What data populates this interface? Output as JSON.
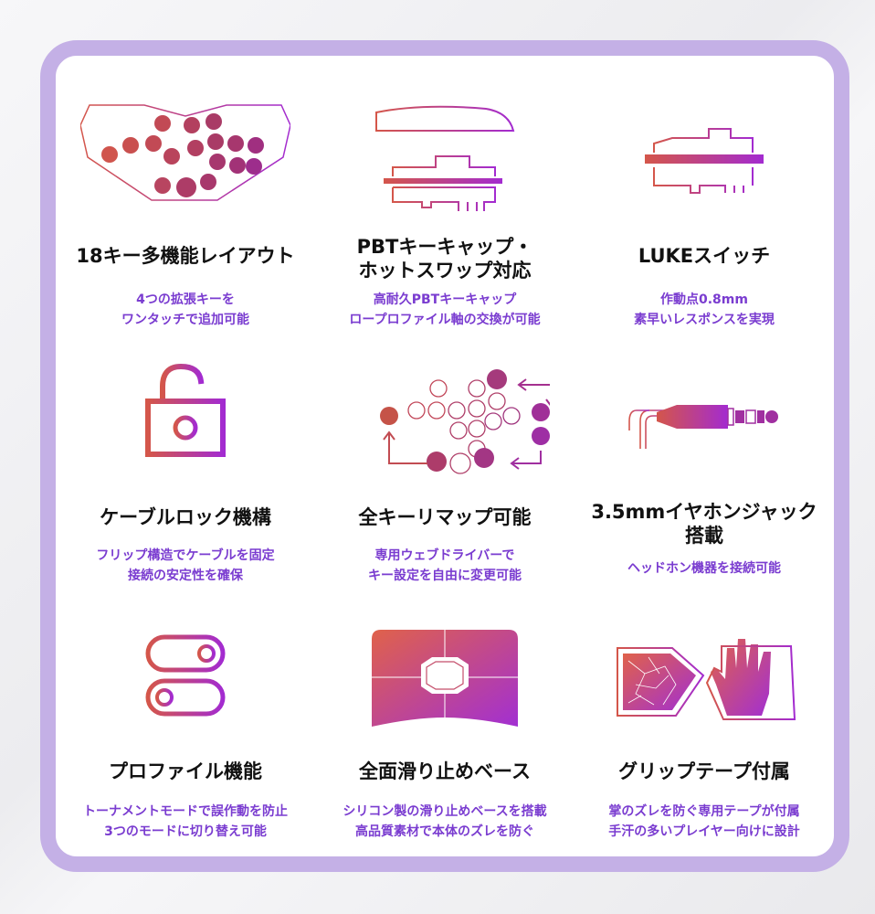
{
  "features": [
    {
      "title": [
        "18キー多機能レイアウト"
      ],
      "desc": [
        "4つの拡張キーを",
        "ワンタッチで追加可能"
      ],
      "icon": "key-layout-icon"
    },
    {
      "title": [
        "PBTキーキャップ・",
        "ホットスワップ対応"
      ],
      "desc": [
        "高耐久PBTキーキャップ",
        "ロープロファイル軸の交換が可能"
      ],
      "icon": "keycap-switch-icon"
    },
    {
      "title": [
        "LUKEスイッチ"
      ],
      "desc": [
        "作動点0.8mm",
        "素早いレスポンスを実現"
      ],
      "icon": "switch-icon"
    },
    {
      "title": [
        "ケーブルロック機構"
      ],
      "desc": [
        "フリップ構造でケーブルを固定",
        "接続の安定性を確保"
      ],
      "icon": "padlock-icon"
    },
    {
      "title": [
        "全キーリマップ可能"
      ],
      "desc": [
        "専用ウェブドライバーで",
        "キー設定を自由に変更可能"
      ],
      "icon": "remap-icon"
    },
    {
      "title": [
        "3.5mmイヤホンジャック",
        "搭載"
      ],
      "desc": [
        "ヘッドホン機器を接続可能"
      ],
      "icon": "audio-jack-icon"
    },
    {
      "title": [
        "プロファイル機能"
      ],
      "desc": [
        "トーナメントモードで誤作動を防止",
        "3つのモードに切り替え可能"
      ],
      "icon": "toggle-icon"
    },
    {
      "title": [
        "全面滑り止めベース"
      ],
      "desc": [
        "シリコン製の滑り止めベースを搭載",
        "高品質素材で本体のズレを防ぐ"
      ],
      "icon": "base-pad-icon"
    },
    {
      "title": [
        "グリップテープ付属"
      ],
      "desc": [
        "掌のズレを防ぐ専用テープが付属",
        "手汗の多いプレイヤー向けに設計"
      ],
      "icon": "grip-tape-icon"
    }
  ],
  "colors": {
    "accent_start": "#d4564a",
    "accent_end": "#a32bd0",
    "frame": "#c4b0e6",
    "desc_text": "#7a3cd0"
  }
}
